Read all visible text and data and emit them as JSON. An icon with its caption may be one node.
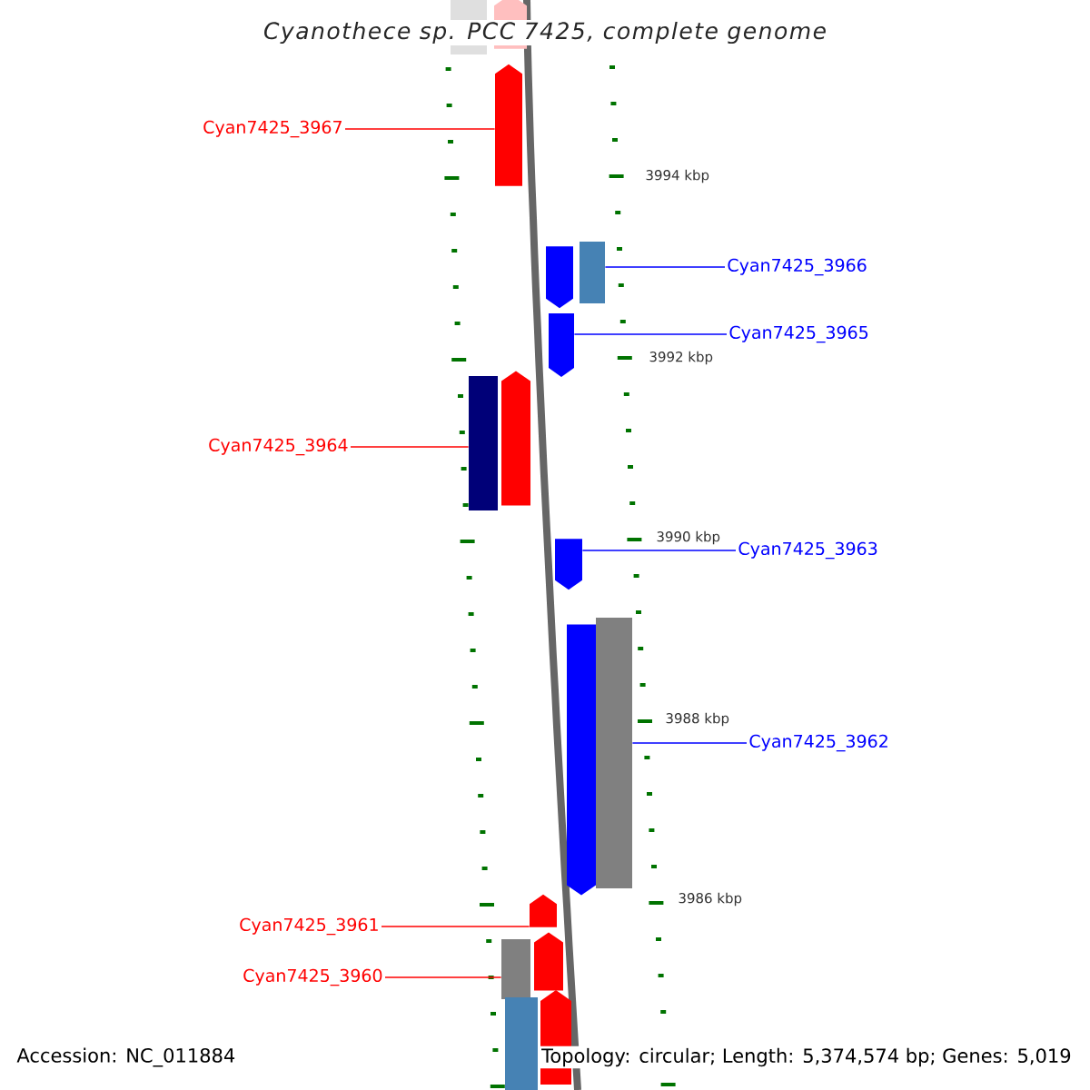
{
  "diagram": {
    "title": "Cyanothece sp. PCC 7425, complete genome",
    "nodes": [
      {
        "text": [
          "Cyan7425_3967"
        ]
      },
      {
        "text": [
          "Cyan7425_3966"
        ]
      },
      {
        "text": [
          "Cyan7425_3965"
        ]
      },
      {
        "text": [
          "Cyan7425_3964"
        ]
      },
      {
        "text": [
          "Cyan7425_3963"
        ]
      },
      {
        "text": [
          "Cyan7425_3962"
        ]
      },
      {
        "text": [
          "Cyan7425_3961"
        ]
      },
      {
        "text": [
          "Cyan7425_3960"
        ]
      },
      {
        "text": [],
        "shape": "box"
      },
      {
        "text": [],
        "shape": "arrow"
      },
      {
        "text": [],
        "shape": "arrow"
      },
      {
        "text": [],
        "shape": "arrow"
      },
      {
        "text": [],
        "shape": "box"
      },
      {
        "text": [],
        "shape": "arrow"
      },
      {
        "text": [],
        "shape": "box"
      },
      {
        "text": [],
        "shape": "arrow"
      },
      {
        "text": [],
        "shape": "arrow"
      },
      {
        "text": [],
        "shape": "arrow"
      },
      {
        "text": [],
        "shape": "box"
      },
      {
        "text": [],
        "shape": "arrow"
      },
      {
        "text": [],
        "shape": "box"
      },
      {
        "text": [],
        "shape": "arrow"
      },
      {
        "text": [],
        "shape": "box"
      },
      {
        "text": [],
        "shape": "arrow"
      }
    ],
    "edges": [
      {
        "from": 0,
        "to": 10,
        "arrow": "none"
      },
      {
        "from": 1,
        "to": 12,
        "arrow": "none",
        "color": "#0000ff"
      },
      {
        "from": 2,
        "to": 13,
        "arrow": "none",
        "color": "#0000ff"
      },
      {
        "from": 3,
        "to": 14,
        "arrow": "none"
      },
      {
        "from": 4,
        "to": 16,
        "arrow": "none",
        "color": "#0000ff"
      },
      {
        "from": 5,
        "to": 18,
        "arrow": "none",
        "color": "#0000ff"
      },
      {
        "from": 6,
        "to": 19,
        "arrow": "none"
      },
      {
        "from": 7,
        "to": 20,
        "arrow": "none"
      }
    ],
    "labels": [
      "3994 kbp",
      "3992 kbp",
      "3990 kbp",
      "3988 kbp",
      "3986 kbp",
      "Accession: NC_011884",
      "Topology: circular; Length: 5,374,574 bp; Genes: 5,019"
    ]
  }
}
